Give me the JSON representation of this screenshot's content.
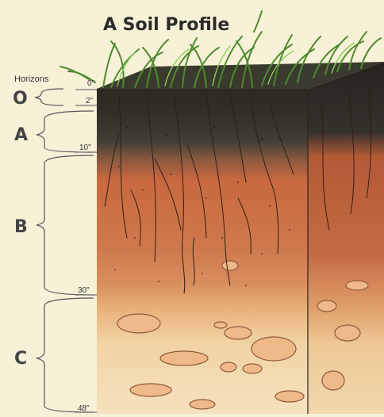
{
  "title": "A Soil Profile",
  "horizons_label": "Horizons",
  "horizons": [
    {
      "letter": "O"
    },
    {
      "letter": "A"
    },
    {
      "letter": "B"
    },
    {
      "letter": "C"
    }
  ],
  "depths": [
    "0\"",
    "2\"",
    "10\"",
    "30\"",
    "48\""
  ],
  "colors": {
    "background": "#f7f1d8",
    "o_horizon": "#2d2a24",
    "a_horizon": "#3b3a30",
    "b_horizon": "#c9683f",
    "c_horizon": "#f1d3a3",
    "roots": "#3a2a1a",
    "grass": "#5e9a3a"
  }
}
